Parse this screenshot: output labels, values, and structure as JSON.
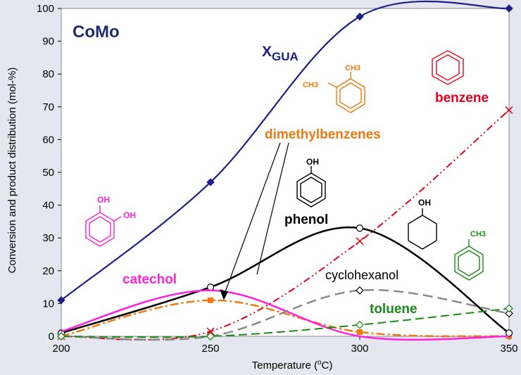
{
  "chart_data": {
    "type": "line",
    "title": "",
    "panel_label": "CoMo",
    "xlabel_prefix": "Temperature (",
    "xlabel_sup": "o",
    "xlabel_suffix": "C)",
    "ylabel": "Conversion and product distribution (mol-%)",
    "xlim": [
      200,
      350
    ],
    "ylim": [
      0,
      100
    ],
    "xticks": [
      "200",
      "250",
      "300",
      "350"
    ],
    "yticks": [
      "0",
      "10",
      "20",
      "30",
      "40",
      "50",
      "60",
      "70",
      "80",
      "90",
      "100"
    ],
    "grid": false,
    "colors": {
      "background": "#e4e7ef",
      "plot": "#ffffff",
      "x_gua": "#1f1f8a",
      "benzene": "#e8001c",
      "dimethylbenzenes": "#f07810",
      "phenol": "#000000",
      "catechol": "#ff22dd",
      "cyclohexanol": "#8a8a8a",
      "toluene": "#1a8a1a"
    },
    "series": [
      {
        "name": "X",
        "name_sub": "GUA",
        "key": "x_gua",
        "x": [
          200,
          250,
          300,
          350
        ],
        "values": [
          11,
          47,
          97.5,
          100
        ],
        "marker": "diamond-filled"
      },
      {
        "name": "benzene",
        "key": "benzene",
        "x": [
          200,
          250,
          300,
          350
        ],
        "values": [
          0,
          1.5,
          29,
          69
        ],
        "marker": "x"
      },
      {
        "name": "dimethylbenzenes",
        "key": "dimethylbenzenes",
        "x": [
          200,
          250,
          300,
          350
        ],
        "values": [
          0,
          11,
          1.3,
          0
        ],
        "marker": "square"
      },
      {
        "name": "phenol",
        "key": "phenol",
        "x": [
          200,
          250,
          300,
          350
        ],
        "values": [
          1,
          15,
          33,
          1
        ],
        "marker": "circle-open"
      },
      {
        "name": "catechol",
        "key": "catechol",
        "x": [
          200,
          250,
          300,
          350
        ],
        "values": [
          1.5,
          14,
          0,
          0
        ],
        "marker": "none"
      },
      {
        "name": "cyclohexanol",
        "key": "cyclohexanol",
        "x": [
          200,
          250,
          300,
          350
        ],
        "values": [
          0,
          0,
          14,
          7
        ],
        "marker": "diamond-open"
      },
      {
        "name": "toluene",
        "key": "toluene",
        "x": [
          200,
          250,
          300,
          350
        ],
        "values": [
          0,
          0,
          3.5,
          8.5
        ],
        "marker": "diamond-open"
      }
    ],
    "structure_labels": {
      "catechol_oh1": "OH",
      "catechol_oh2": "OH",
      "phenol_oh": "OH",
      "cyclohexanol_oh": "OH",
      "xylene_ch3_a": "CH3",
      "xylene_ch3_b": "CH3",
      "toluene_ch3": "CH3"
    }
  }
}
